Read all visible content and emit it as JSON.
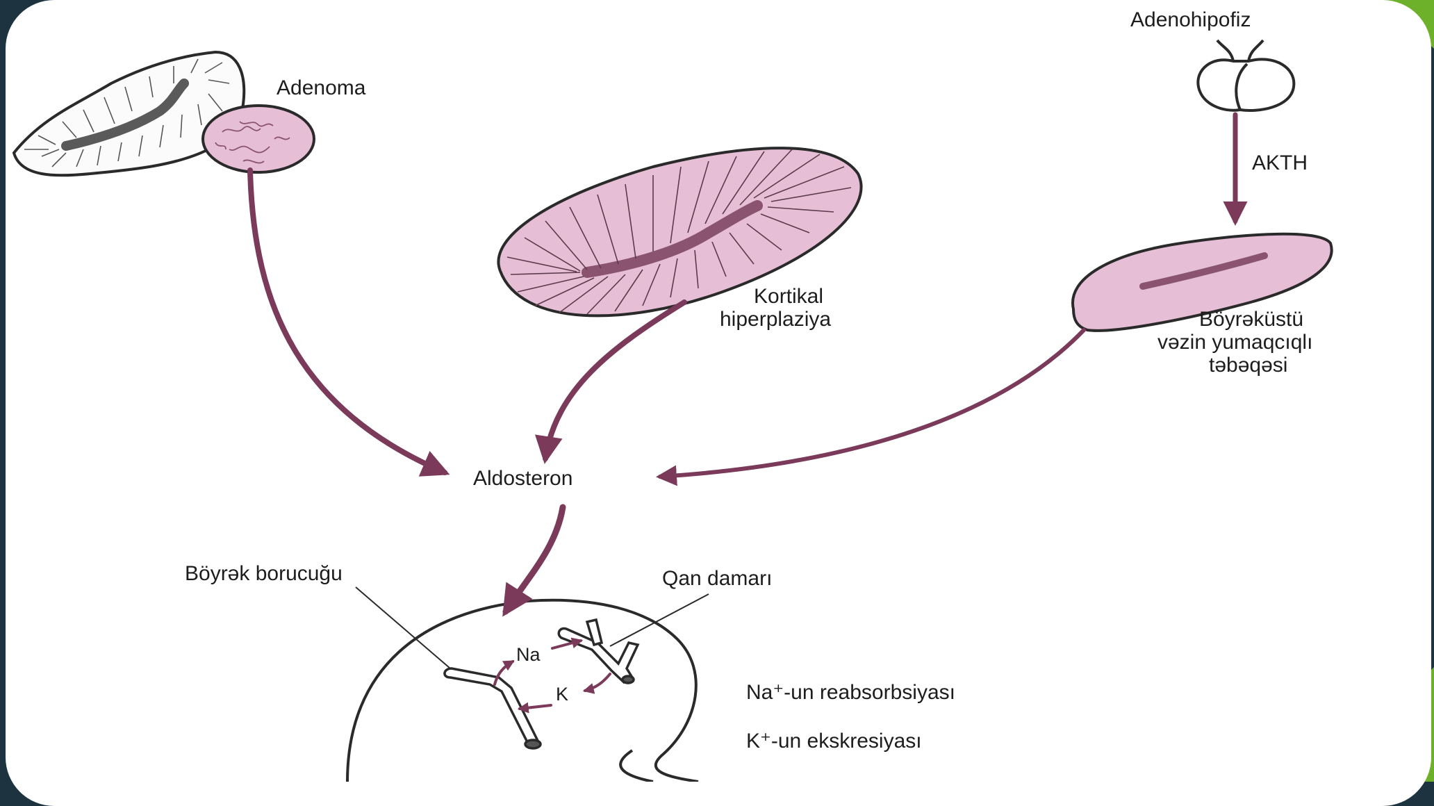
{
  "labels": {
    "adenoma": "Adenoma",
    "adenohipofiz": "Adenohipofiz",
    "akth": "AKTH",
    "kortikal_line1": "Kortikal",
    "kortikal_line2": "hiperplaziya",
    "boyrekustu_line1": "Böyrəküstü",
    "boyrekustu_line2": "vəzin yumaqcıqlı",
    "boyrekustu_line3": "təbəqəsi",
    "aldosteron": "Aldosteron",
    "boyrek_borucugu": "Böyrək borucuğu",
    "qan_damari": "Qan damarı",
    "na": "Na",
    "k": "K",
    "na_reabsorbsiya": "Na⁺-un reabsorbsiyası",
    "k_ekskresiya": "K⁺-un ekskresiyası"
  },
  "colors": {
    "arrow": "#7b3a5a",
    "tissue_pink": "#e6bfd6",
    "tissue_dark": "#8a5470",
    "outline": "#2a2a2a",
    "background": "#1e3340",
    "accent_green": "#6db02a"
  }
}
